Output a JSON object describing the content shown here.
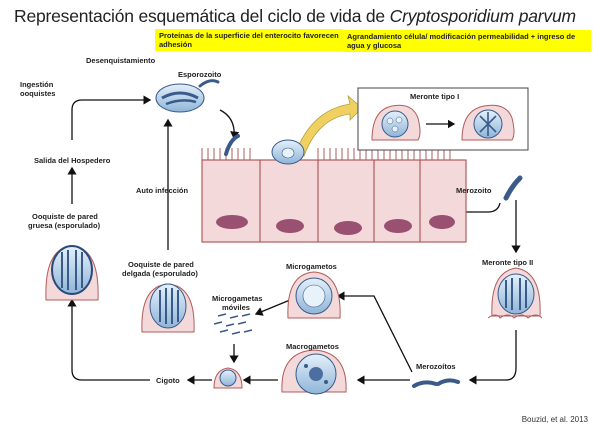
{
  "title": {
    "prefix": "Representación esquemática del ciclo de vida de ",
    "species": "Cryptosporidium parvum"
  },
  "notes": {
    "surface_proteins": "Proteínas de la superficie del enterocito favorecen adhesión",
    "cell_enlargement": "Agrandamiento célula/ modificación permeabilidad + ingreso de agua y glucosa"
  },
  "labels": {
    "desenquistamiento": "Desenquistamiento",
    "esporozoito": "Esporozoito",
    "ingestion_line1": "Ingestión",
    "ingestion_line2": "ooquistes",
    "salida": "Salida del Hospedero",
    "auto_infeccion": "Auto infección",
    "ooquiste_gruesa_line1": "Ooquiste de pared",
    "ooquiste_gruesa_line2": "gruesa (esporulado)",
    "ooquiste_delgada_line1": "Ooquiste de pared",
    "ooquiste_delgada_line2": "delgada (esporulado)",
    "meronte_1": "Meronte tipo I",
    "merozoito": "Merozoito",
    "meronte_2": "Meronte tipo II",
    "microgametos": "Microgametos",
    "microgametas_line1": "Microgametas",
    "microgametas_line2": "móviles",
    "macrogametos": "Macrogametos",
    "merozoitos": "Merozoítos",
    "cigoto": "Cigoto"
  },
  "citation": "Bouzid, et al.  2013",
  "colors": {
    "cell_pink": "#f3d9d9",
    "cell_border": "#b05c5c",
    "nucleus": "#9a5070",
    "parasite_blue": "#bcd6ec",
    "parasite_border": "#3a5a8a",
    "highlight": "#ffff00",
    "arrow": "#111111",
    "curved_arrow": "#f0d060"
  }
}
